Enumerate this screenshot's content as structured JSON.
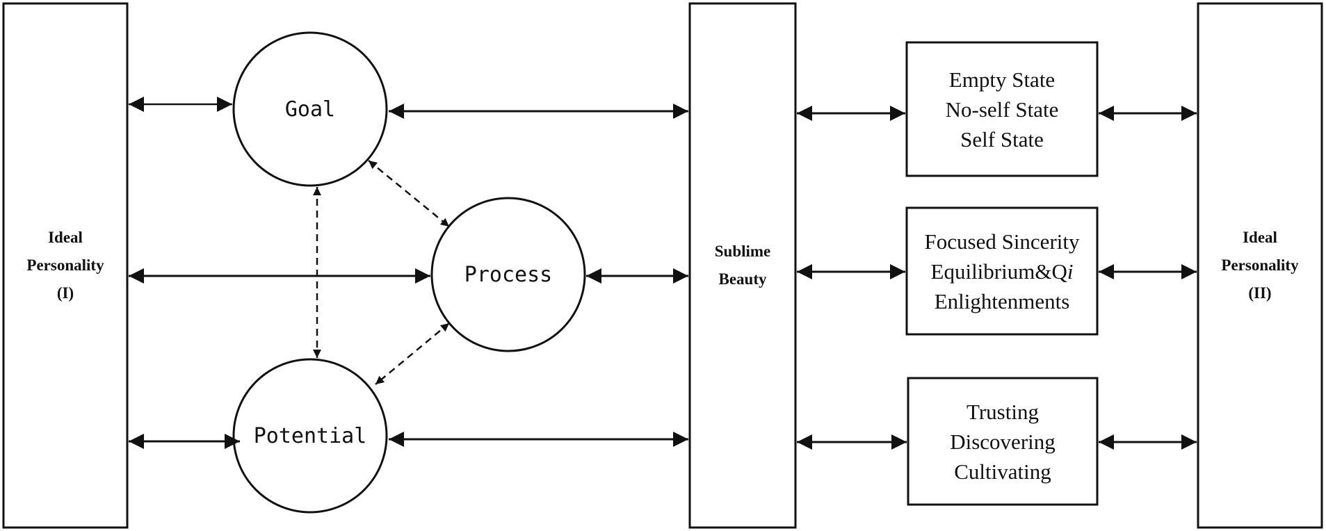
{
  "diagram": {
    "left_pillar": {
      "lines": [
        "Ideal",
        "Personality",
        "(I)"
      ]
    },
    "center_pillar": {
      "lines": [
        "Sublime",
        "Beauty"
      ]
    },
    "right_pillar": {
      "lines": [
        "Ideal",
        "Personality",
        "(II)"
      ]
    },
    "circles": {
      "goal": "Goal",
      "process": "Process",
      "potential": "Potential"
    },
    "state_boxes": [
      {
        "lines": [
          "Empty State",
          "No-self State",
          "Self State"
        ]
      },
      {
        "lines": [
          "Focused Sincerity",
          "Equilibrium&Q",
          "i",
          "Enlightenments"
        ]
      },
      {
        "lines": [
          "Trusting",
          "Discovering",
          "Cultivating"
        ]
      }
    ]
  }
}
